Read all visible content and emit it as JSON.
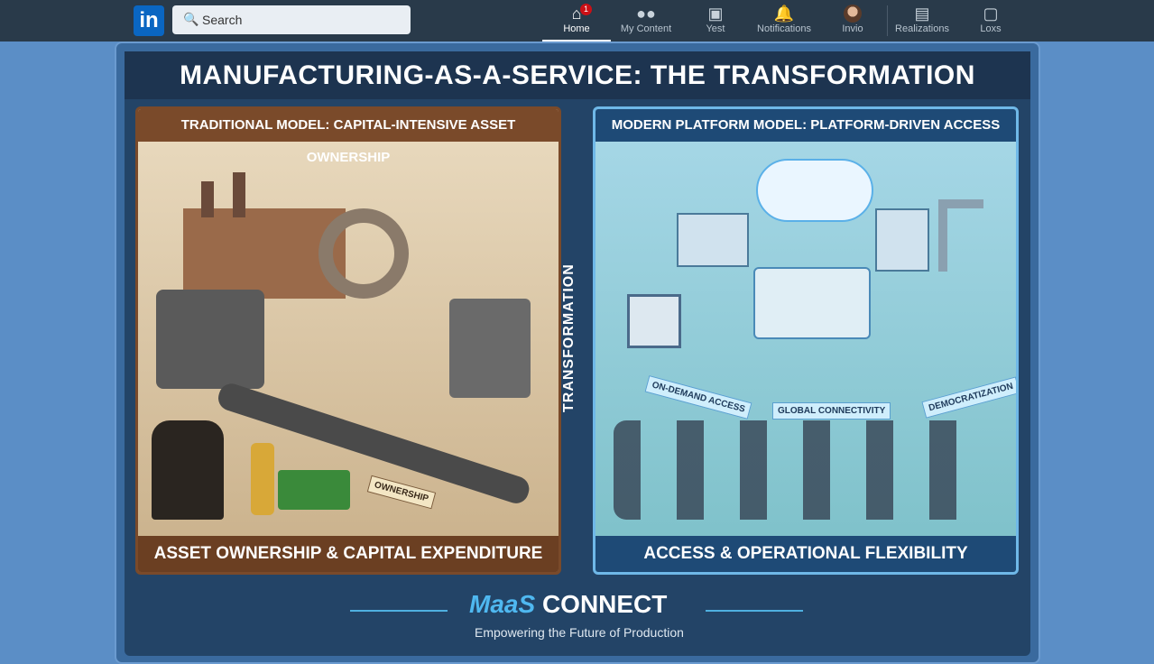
{
  "nav": {
    "logo": "in",
    "search_placeholder": "Search",
    "items": [
      {
        "label": "Home",
        "icon": "home-icon",
        "badge": "1",
        "active": true
      },
      {
        "label": "My Content",
        "icon": "people-icon"
      },
      {
        "label": "Yest",
        "icon": "briefcase-icon"
      },
      {
        "label": "Notifications",
        "icon": "bell-icon"
      },
      {
        "label": "Invio",
        "icon": "avatar"
      },
      {
        "label": "Realizations",
        "icon": "document-icon"
      },
      {
        "label": "Loxs",
        "icon": "bag-icon"
      }
    ]
  },
  "post": {
    "title": "MANUFACTURING-AS-A-SERVICE: THE TRANSFORMATION",
    "left": {
      "header": "TRADITIONAL MODEL: CAPITAL-INTENSIVE ASSET OWNERSHIP",
      "footer": "ASSET OWNERSHIP & CAPITAL EXPENDITURE",
      "tag": "OWNERSHIP"
    },
    "divider": "TRANSFORMATION",
    "right": {
      "header": "MODERN PLATFORM MODEL: PLATFORM-DRIVEN ACCESS",
      "footer": "ACCESS & OPERATIONAL FLEXIBILITY",
      "labels": [
        "ON-DEMAND ACCESS",
        "GLOBAL CONNECTIVITY",
        "DEMOCRATIZATION"
      ]
    },
    "brand_mark": "MaaS",
    "brand_word": "CONNECT",
    "tagline": "Empowering the Future of Production"
  }
}
